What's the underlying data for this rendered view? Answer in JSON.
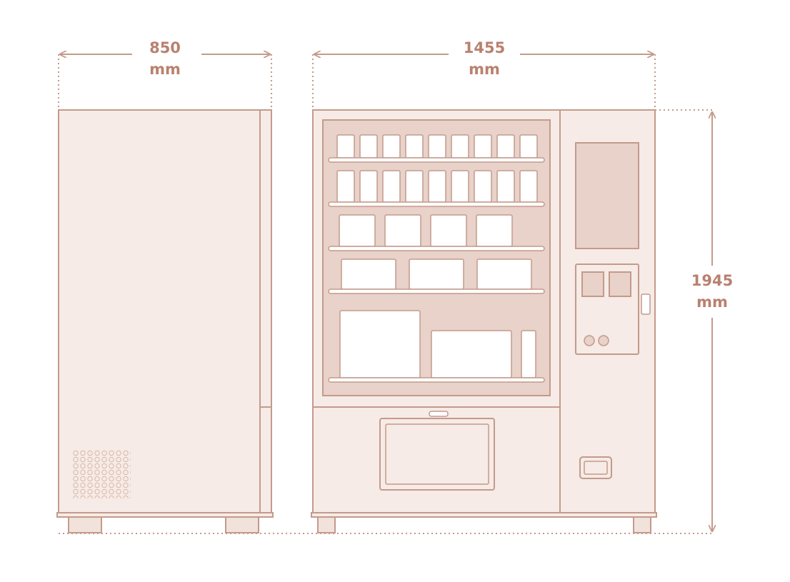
{
  "dimensions": {
    "side_width": {
      "value": "850",
      "unit": "mm"
    },
    "front_width": {
      "value": "1455",
      "unit": "mm"
    },
    "height": {
      "value": "1945",
      "unit": "mm"
    }
  },
  "colors": {
    "line": "#c49a8c",
    "fill_light": "#f6ebe6",
    "fill_medium": "#e8d2c9",
    "fill_dark": "#dcbcaf",
    "text": "#b9816f",
    "white": "#ffffff"
  }
}
